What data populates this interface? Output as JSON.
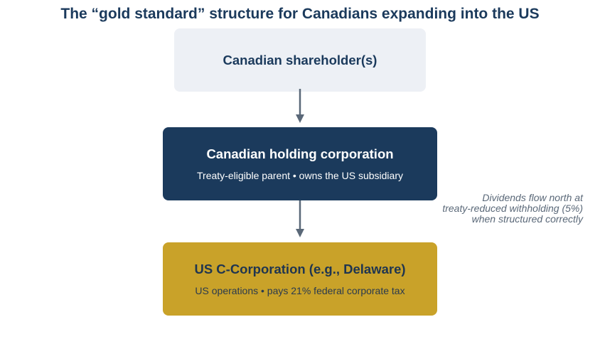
{
  "title": "The “gold standard” structure for Canadians expanding into the US",
  "nodes": {
    "shareholders": {
      "label": "Canadian shareholder(s)"
    },
    "holding": {
      "label": "Canadian holding corporation",
      "sublabel": "Treaty-eligible parent • owns the US subsidiary"
    },
    "us_corp": {
      "label": "US C-Corporation (e.g., Delaware)",
      "sublabel": "US operations • pays 21% federal corporate tax"
    }
  },
  "annotation": {
    "lines": [
      "Dividends flow north at",
      "treaty-reduced withholding (5%)",
      "when structured correctly"
    ]
  },
  "colors": {
    "title": "#1b3a5c",
    "top_box": "#edf0f5",
    "middle_box": "#1b3a5c",
    "bottom_box": "#c9a229",
    "arrow": "#5a6878",
    "annotation": "#5a6878"
  }
}
